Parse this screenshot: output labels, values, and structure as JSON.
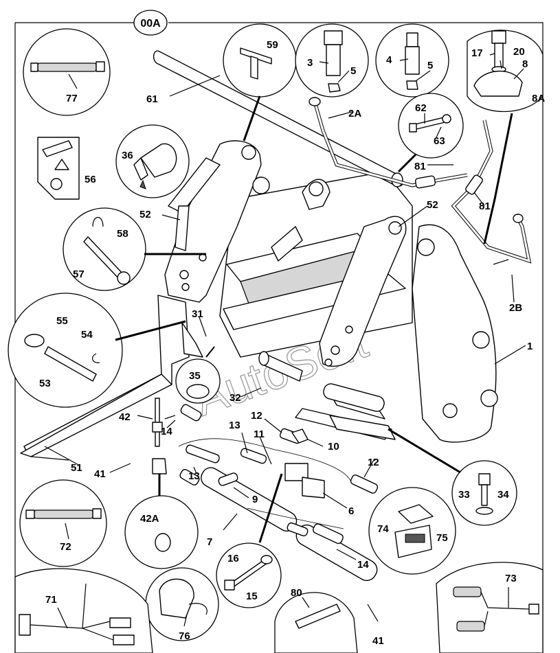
{
  "header": {
    "code": "00A"
  },
  "watermark": "AutoSoft",
  "callouts": {
    "c1": "1",
    "c2A": "2A",
    "c2B": "2B",
    "c3": "3",
    "c4": "4",
    "c5a": "5",
    "c5b": "5",
    "c6": "6",
    "c7": "7",
    "c8": "8",
    "c8A": "8A",
    "c9": "9",
    "c10": "10",
    "c11": "11",
    "c12a": "12",
    "c12b": "12",
    "c13a": "13",
    "c13b": "13",
    "c14a": "14",
    "c14b": "14",
    "c15": "15",
    "c16": "16",
    "c17": "17",
    "c20": "20",
    "c31": "31",
    "c32": "32",
    "c33": "33",
    "c34": "34",
    "c35": "35",
    "c36": "36",
    "c41a": "41",
    "c41b": "41",
    "c42": "42",
    "c42A": "42A",
    "c51": "51",
    "c52a": "52",
    "c52b": "52",
    "c53": "53",
    "c54": "54",
    "c55": "55",
    "c56": "56",
    "c57": "57",
    "c58": "58",
    "c59": "59",
    "c61": "61",
    "c62": "62",
    "c63": "63",
    "c71": "71",
    "c72": "72",
    "c73": "73",
    "c74": "74",
    "c75": "75",
    "c76": "76",
    "c77": "77",
    "c80": "80",
    "c81a": "81",
    "c81b": "81"
  }
}
